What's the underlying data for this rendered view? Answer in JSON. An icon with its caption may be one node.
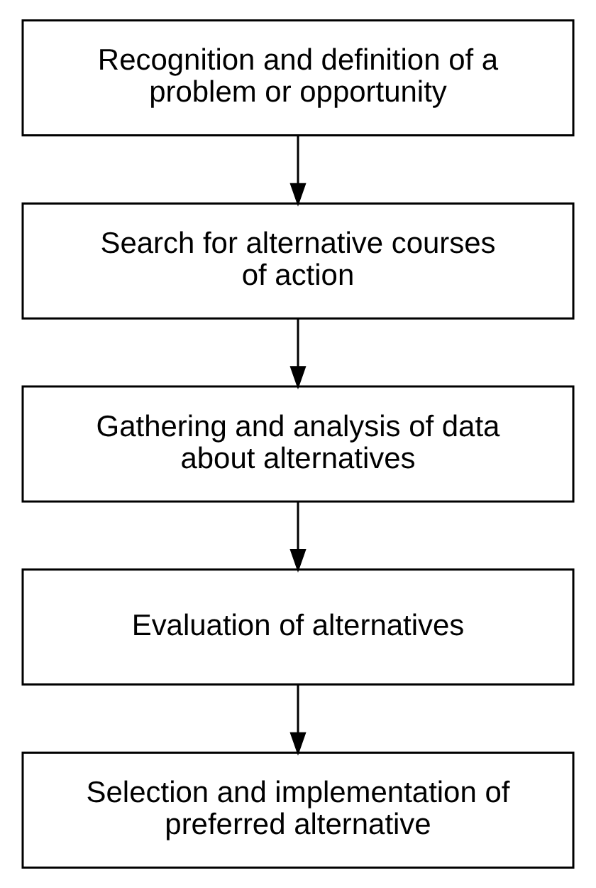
{
  "diagram": {
    "nodes": [
      {
        "text": [
          "Recognition and definition of a problem or opportunity"
        ]
      },
      {
        "text": [
          "Search for alternative courses of action"
        ]
      },
      {
        "text": [
          "Gathering and analysis of data about alternatives"
        ]
      },
      {
        "text": [
          "Evaluation of alternatives"
        ]
      },
      {
        "text": [
          "Selection and implementation of preferred alternative"
        ]
      }
    ],
    "edges": [
      {
        "from": 0,
        "to": 1,
        "arrow": "to"
      },
      {
        "from": 1,
        "to": 2,
        "arrow": "to"
      },
      {
        "from": 2,
        "to": 3,
        "arrow": "to"
      },
      {
        "from": 3,
        "to": 4,
        "arrow": "to"
      }
    ]
  }
}
